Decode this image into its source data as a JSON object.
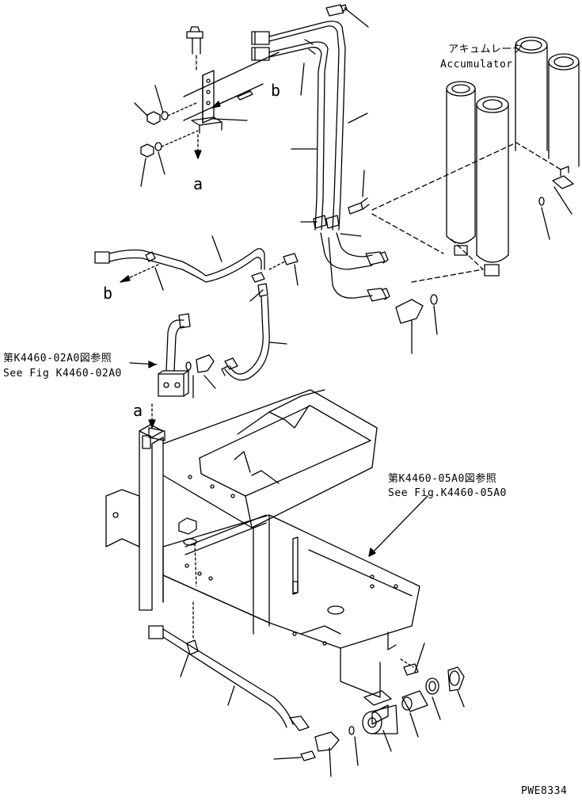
{
  "labels": {
    "accumulator_jp": "アキュムレータ",
    "accumulator_en": "Accumulator",
    "ref_02a0_jp": "第K4460-02A0図参照",
    "ref_02a0_en": "See Fig K4460-02A0",
    "ref_05a0_jp": "第K4460-05A0図参照",
    "ref_05a0_en": "See Fig.K4460-05A0",
    "view_a_top": "a",
    "view_b_top": "b",
    "view_b_left": "b",
    "view_a_frame": "a",
    "drawing_code": "PWE8334"
  },
  "colors": {
    "line": "#000000",
    "background": "#ffffff"
  }
}
